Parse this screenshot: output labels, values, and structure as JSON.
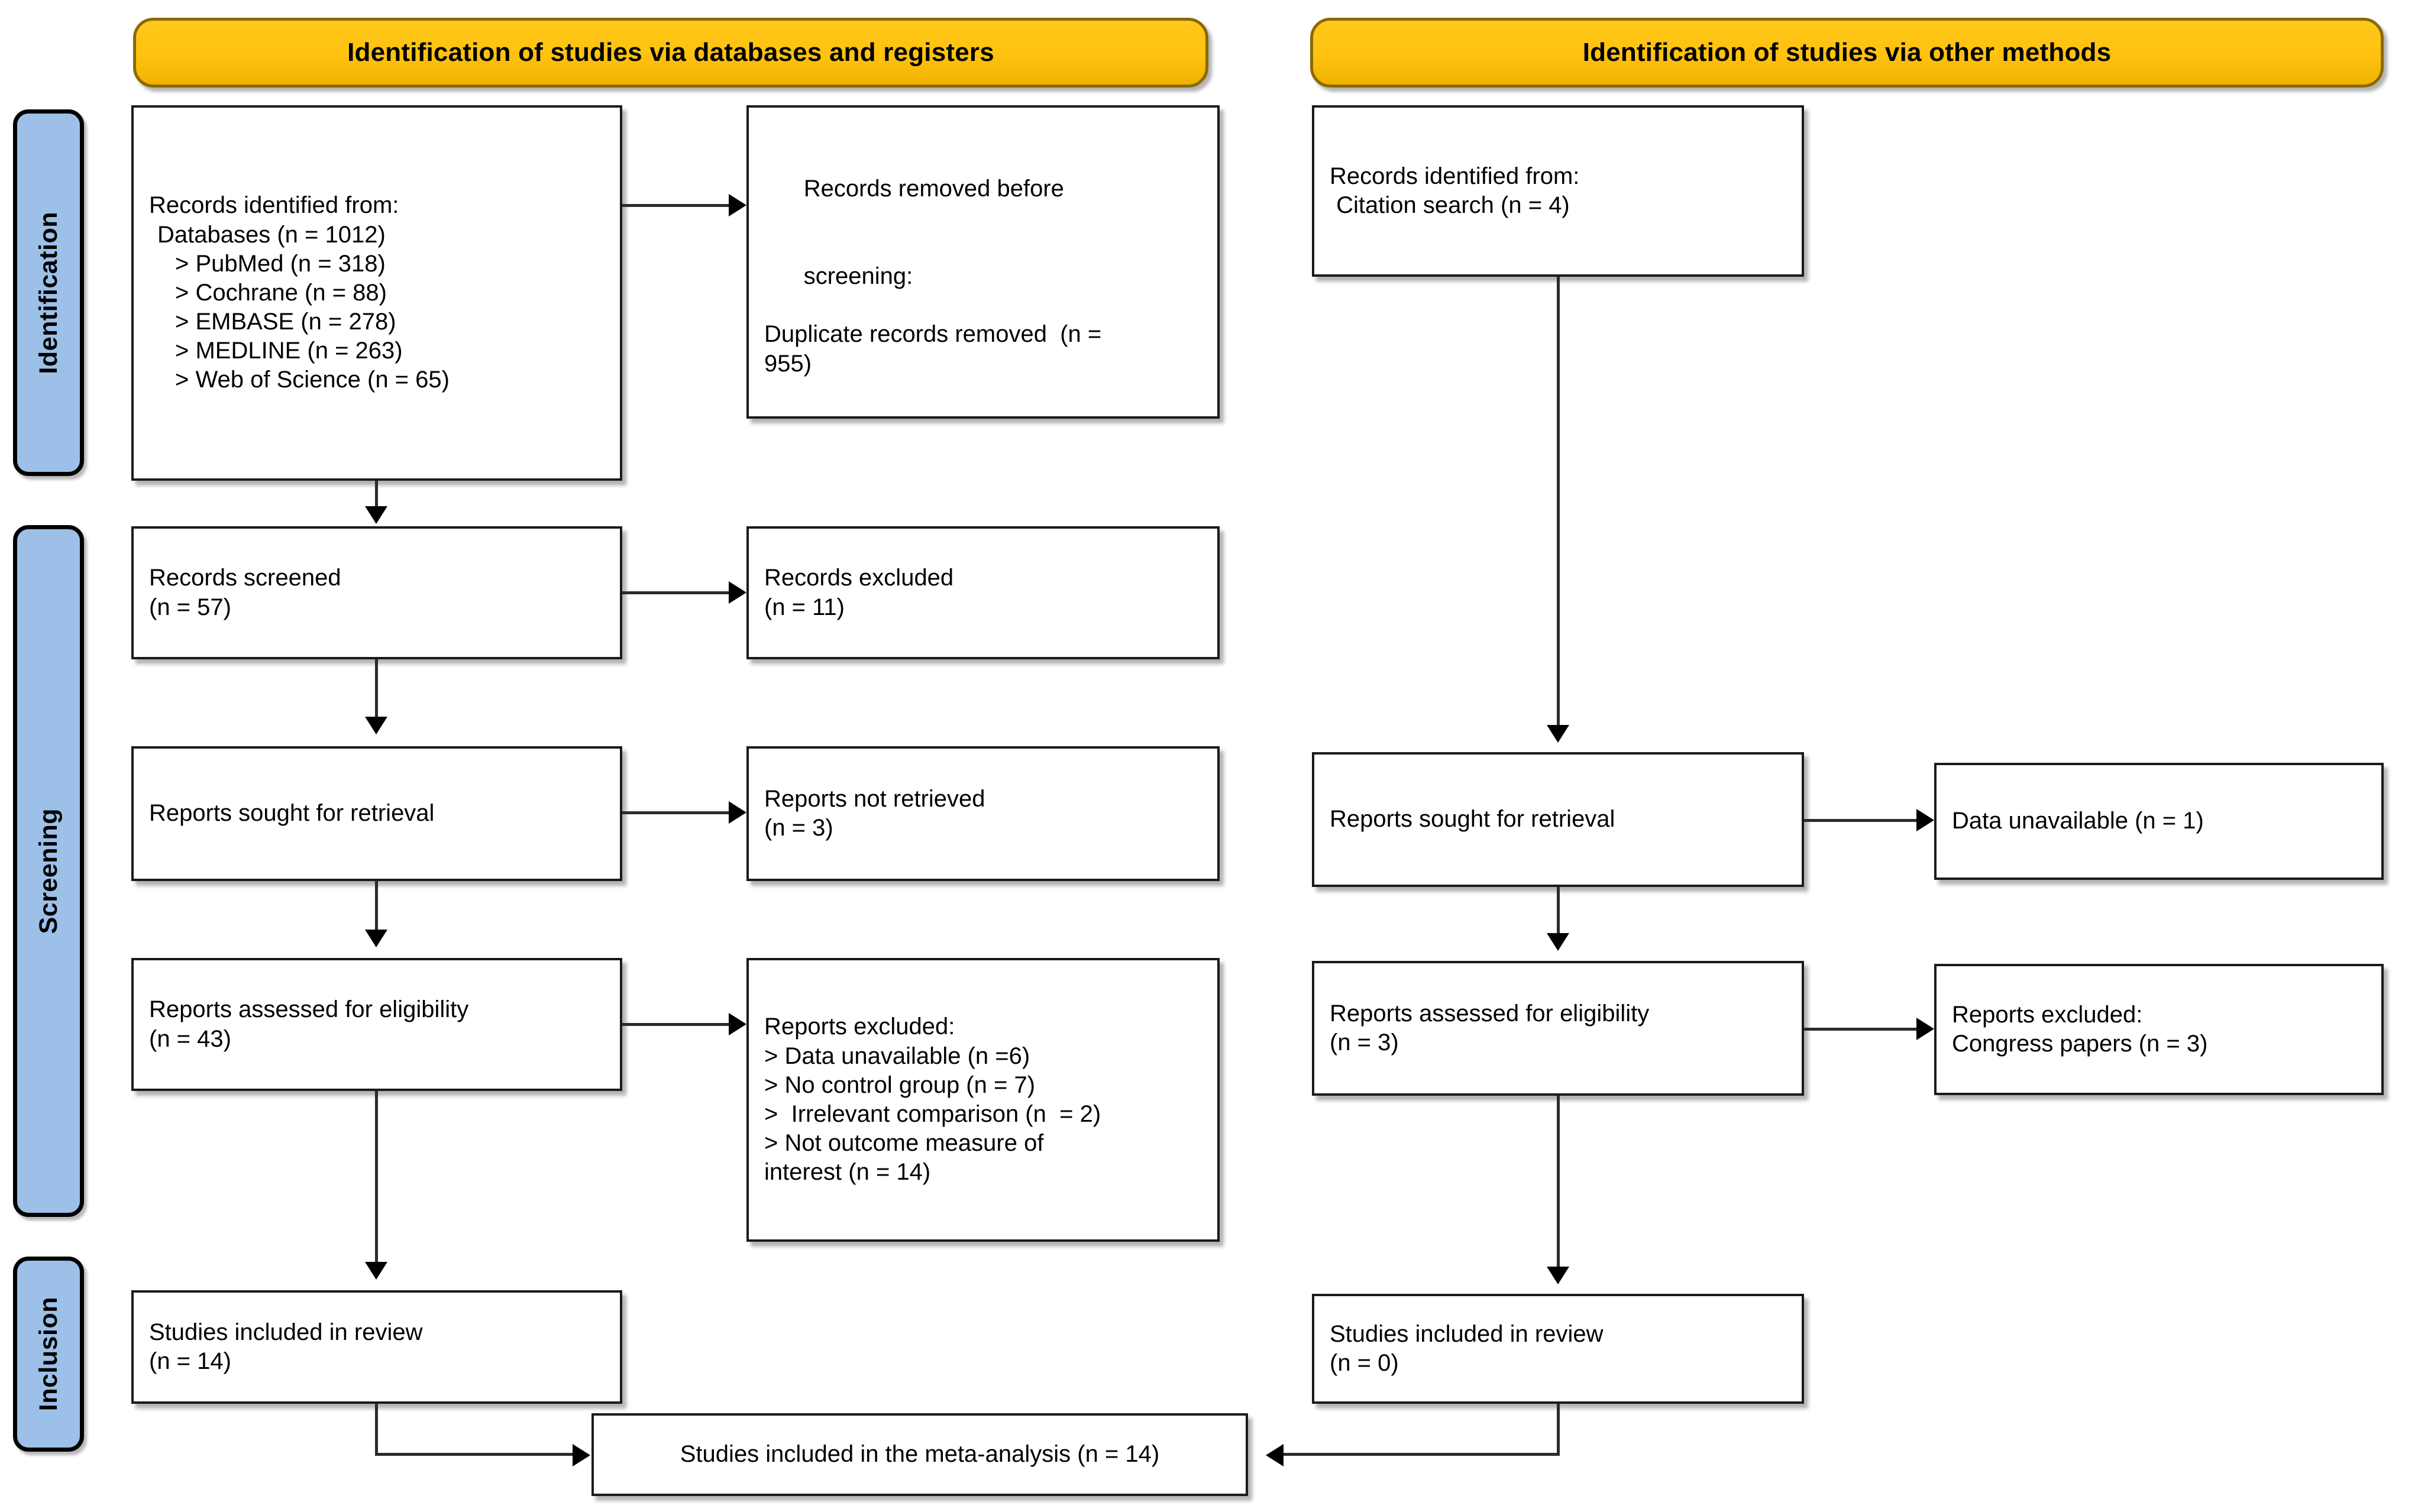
{
  "diagram": {
    "title": "PRISMA 2020 flow diagram",
    "colors": {
      "banner_fill": "#FFC20E",
      "banner_border": "#8A6A05",
      "phase_fill": "#9CC0E8",
      "phase_border": "#000000",
      "box_border": "#1a1a1a",
      "connector": "#2b2b2b"
    }
  },
  "banners": {
    "databases": "Identification of studies via databases and registers",
    "other": "Identification of studies via other methods"
  },
  "phases": {
    "identification": "Identification",
    "screening": "Screening",
    "inclusion": "Inclusion"
  },
  "left_column": {
    "records_identified": {
      "heading": "Records identified from:",
      "databases_total": "Databases (n = 1012)",
      "sources": [
        "> PubMed (n = 318)",
        "> Cochrane (n = 88)",
        "> EMBASE (n = 278)",
        "> MEDLINE (n = 263)",
        "> Web of Science (n = 65)"
      ]
    },
    "records_removed": {
      "line1_plain": "Records removed ",
      "line1_italic": "before",
      "line2_italic": "screening",
      "line2_plain": ":",
      "line3": "Duplicate records removed  (n =",
      "line4": "955)"
    },
    "records_screened": {
      "label": "Records screened",
      "count": "(n = 57)"
    },
    "records_excluded": {
      "label": "Records excluded",
      "count": "(n = 11)"
    },
    "reports_sought": {
      "label": "Reports sought for retrieval"
    },
    "reports_not_retrieved": {
      "label": "Reports not retrieved",
      "count": "(n = 3)"
    },
    "reports_assessed": {
      "label": "Reports assessed for eligibility",
      "count": "(n = 43)"
    },
    "reports_excluded": {
      "heading": "Reports excluded:",
      "reasons": [
        "> Data unavailable (n =6)",
        "> No control group (n = 7)",
        ">  Irrelevant comparison (n  = 2)",
        "> Not outcome measure of",
        "interest (n = 14)"
      ]
    },
    "studies_included": {
      "label": "Studies included in review",
      "count": "(n = 14)"
    }
  },
  "right_column": {
    "records_identified": {
      "heading": "Records identified from:",
      "source": " Citation search (n = 4)"
    },
    "reports_sought": {
      "label": "Reports sought for retrieval"
    },
    "data_unavailable": {
      "label": "Data unavailable (n = 1)"
    },
    "reports_assessed": {
      "label": "Reports assessed for eligibility",
      "count": "(n = 3)"
    },
    "reports_excluded": {
      "heading": "Reports excluded:",
      "reason": "Congress papers (n = 3)"
    },
    "studies_included": {
      "label": "Studies included in review",
      "count": "(n = 0)"
    }
  },
  "meta_analysis": {
    "label": "Studies included in the meta-analysis (n = 14)"
  }
}
